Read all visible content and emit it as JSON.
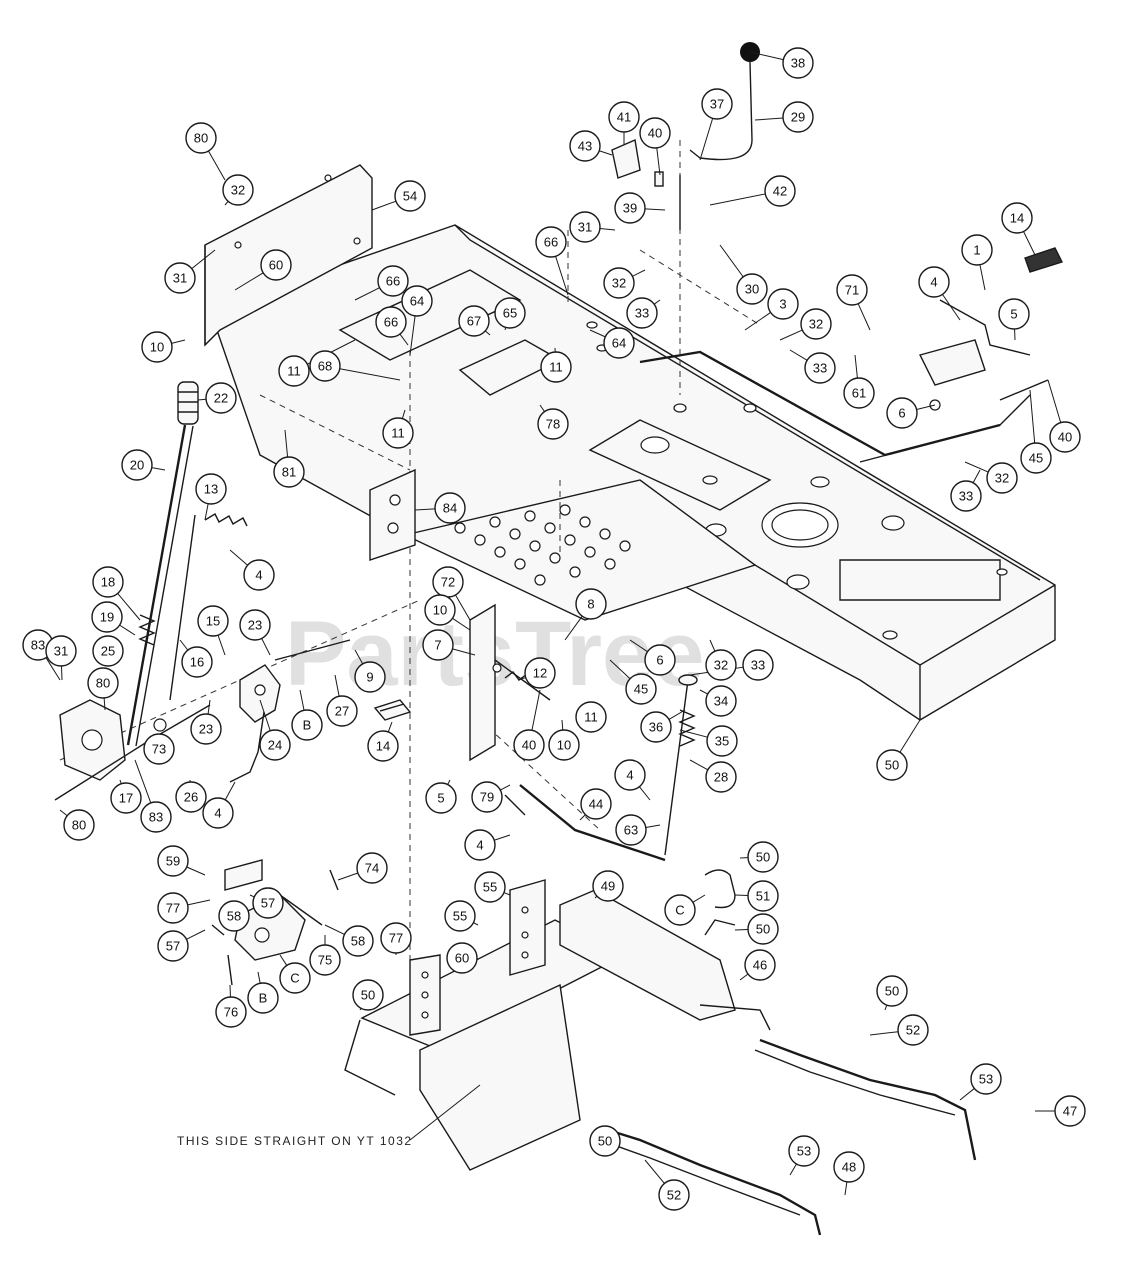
{
  "callouts": [
    "38",
    "29",
    "37",
    "43",
    "41",
    "40",
    "42",
    "39",
    "14",
    "1",
    "4",
    "5",
    "80",
    "32",
    "54",
    "31",
    "60",
    "10",
    "66",
    "66",
    "64",
    "67",
    "65",
    "66",
    "64",
    "11",
    "11",
    "11",
    "68",
    "78",
    "30",
    "31",
    "32",
    "33",
    "3",
    "32",
    "33",
    "71",
    "61",
    "6",
    "40",
    "45",
    "33",
    "32",
    "22",
    "81",
    "84",
    "20",
    "13",
    "4",
    "18",
    "19",
    "83",
    "31",
    "25",
    "15",
    "23",
    "16",
    "9",
    "80",
    "23",
    "27",
    "73",
    "17",
    "83",
    "26",
    "24",
    "B",
    "4",
    "80",
    "72",
    "8",
    "10",
    "7",
    "12",
    "40",
    "10",
    "11",
    "6",
    "45",
    "32",
    "33",
    "34",
    "36",
    "35",
    "14",
    "5",
    "28",
    "4",
    "79",
    "44",
    "63",
    "4",
    "50",
    "C",
    "51",
    "50",
    "59",
    "74",
    "77",
    "57",
    "58",
    "57",
    "58",
    "75",
    "C",
    "B",
    "76",
    "77",
    "55",
    "55",
    "60",
    "49",
    "50",
    "50",
    "46",
    "50",
    "52",
    "53",
    "47",
    "50",
    "52",
    "53",
    "48",
    "50"
  ],
  "watermark": {
    "brand": "PartsTree",
    "trademark": "TM"
  },
  "note": "THIS SIDE STRAIGHT ON YT 1032",
  "colors": {
    "line": "#1a1a1a",
    "watermark": "#c8c8c8",
    "background": "#ffffff"
  }
}
